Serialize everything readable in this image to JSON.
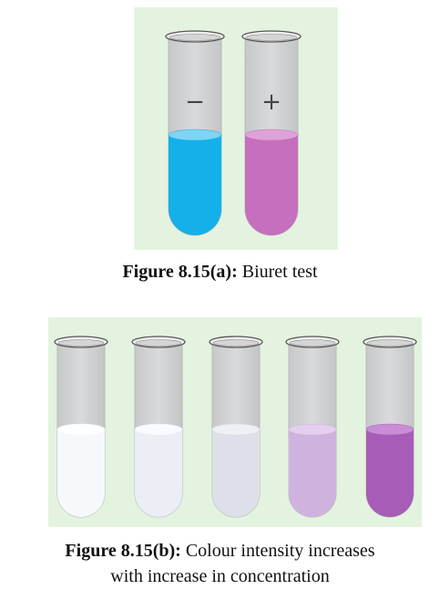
{
  "figure_a": {
    "label": "Figure 8.15(a):",
    "text": "Biuret test",
    "tubes": [
      {
        "sign": "−",
        "liquid_color": "#13b0ea",
        "liquid_light": "#7fd4f4"
      },
      {
        "sign": "+",
        "liquid_color": "#c56fbe",
        "liquid_light": "#dea2d8"
      }
    ]
  },
  "figure_b": {
    "label": "Figure 8.15(b):",
    "text_line1": "Colour intensity increases",
    "text_line2": "with increase in concentration",
    "tubes": [
      {
        "liquid_color": "#f6f9fc",
        "liquid_light": "#ffffff"
      },
      {
        "liquid_color": "#eceef5",
        "liquid_light": "#fafbff"
      },
      {
        "liquid_color": "#dde0e8",
        "liquid_light": "#eef0f5"
      },
      {
        "liquid_color": "#cfb3de",
        "liquid_light": "#e4d0ee"
      },
      {
        "liquid_color": "#a75cb8",
        "liquid_light": "#c98dd6"
      }
    ]
  },
  "colors": {
    "panel_bg": "#e3f3df",
    "glass": "#d9dadb",
    "rim": "#555555"
  }
}
